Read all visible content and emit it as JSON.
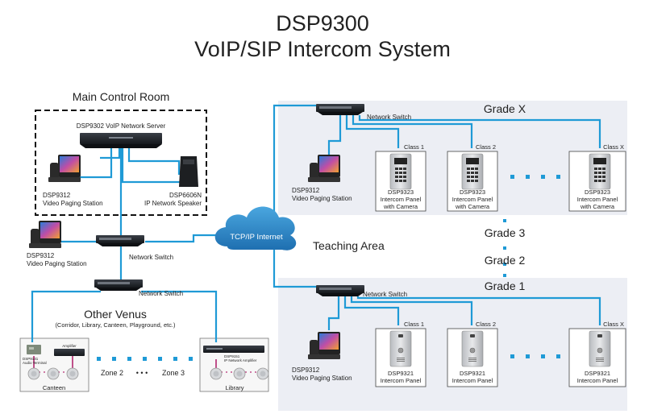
{
  "title": {
    "line1": "DSP9300",
    "line2": "VoIP/SIP Intercom System"
  },
  "colors": {
    "link": "#1f9ad6",
    "dot": "#1f9ad6",
    "zone_bg": "#eceef4",
    "pink": "#c0508a"
  },
  "main_room": {
    "label": "Main Control Room",
    "server": "DSP9302 VoIP  Network Server",
    "station_model": "DSP9312",
    "station_name": "Video Paging Station",
    "speaker_model": "DSP6606N",
    "speaker_name": "IP Network Speaker"
  },
  "core": {
    "station_model": "DSP9312",
    "station_name": "Video Paging Station",
    "switch1": "Network Switch",
    "switch2": "Network Switch",
    "internet": "TCP/IP Internet",
    "teaching_area": "Teaching Area"
  },
  "venues": {
    "title": "Other Venus",
    "subtitle": "(Corridor, Library, Canteen, Playground, etc.)",
    "canteen": "Canteen",
    "library": "Library",
    "audio_terminal_model": "DSP9131",
    "audio_terminal_name": "Audio Terminal",
    "amplifier": "Amplifier",
    "ip_amp_model": "DSP9151",
    "ip_amp_name": "IP Network Amplifier",
    "zone2": "Zone 2",
    "zone3": "Zone 3",
    "ellipsis": "• • •"
  },
  "grade_x": {
    "title": "Grade X",
    "switch": "Network Switch",
    "station_model": "DSP9312",
    "station_name": "Video Paging Station",
    "panels": [
      {
        "class": "Class 1",
        "model": "DSP9323",
        "line2": "Intercom Panel",
        "line3": "with Camera"
      },
      {
        "class": "Class 2",
        "model": "DSP9323",
        "line2": "Intercom Panel",
        "line3": "with Camera"
      },
      {
        "class": "Class X",
        "model": "DSP9323",
        "line2": "Intercom Panel",
        "line3": "with Camera"
      }
    ]
  },
  "middle_grades": {
    "grade3": "Grade 3",
    "grade2": "Grade 2"
  },
  "grade_1": {
    "title": "Grade 1",
    "switch": "Network Switch",
    "station_model": "DSP9312",
    "station_name": "Video Paging Station",
    "panels": [
      {
        "class": "Class 1",
        "model": "DSP9321",
        "line2": "Intercom Panel"
      },
      {
        "class": "Class 2",
        "model": "DSP9321",
        "line2": "Intercom Panel"
      },
      {
        "class": "Class X",
        "model": "DSP9321",
        "line2": "Intercom Panel"
      }
    ]
  }
}
